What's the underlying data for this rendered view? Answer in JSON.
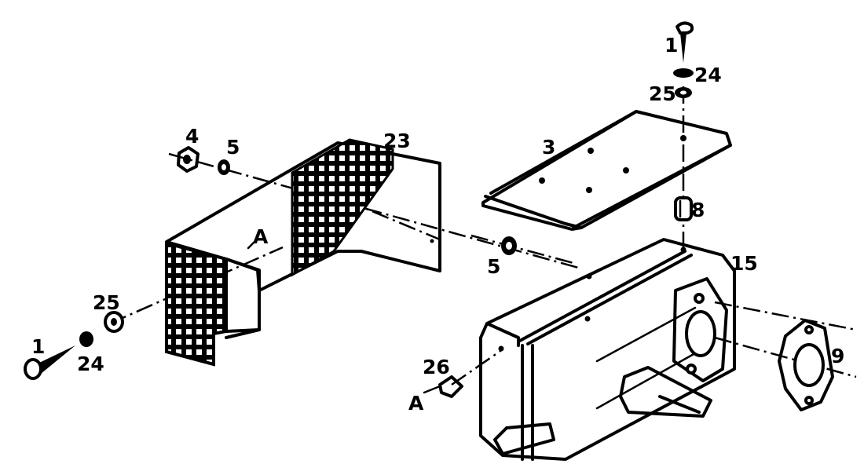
{
  "colors": {
    "ink": "#000000",
    "paper": "#ffffff"
  },
  "callouts": {
    "c1_top": "1",
    "c24_top": "24",
    "c25_top": "25",
    "c3": "3",
    "c8": "8",
    "c15": "15",
    "c9": "9",
    "c4": "4",
    "c5_left": "5",
    "c23": "23",
    "cA_mid": "A",
    "c5_mid": "5",
    "c25_left": "25",
    "c1_left": "1",
    "c24_left": "24",
    "c26": "26",
    "cA_left": "A"
  }
}
